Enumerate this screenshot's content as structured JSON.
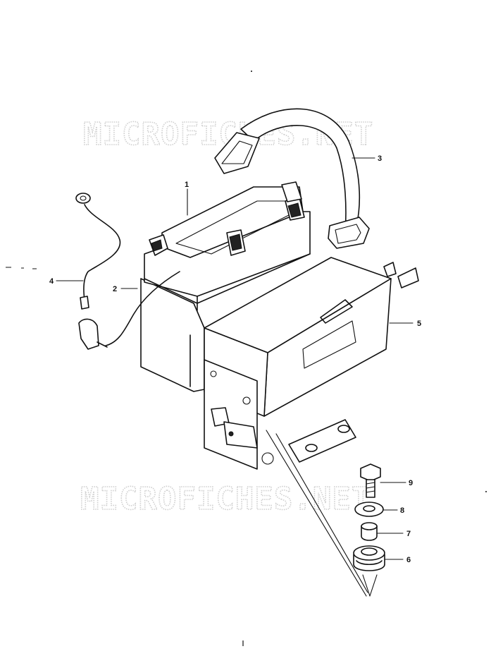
{
  "watermark": {
    "top_text": "MICROFICHES.NET",
    "bottom_text": "MICROFICHES.NET"
  },
  "callouts": [
    {
      "id": "1",
      "text": "1"
    },
    {
      "id": "2",
      "text": "2"
    },
    {
      "id": "3",
      "text": "3"
    },
    {
      "id": "4",
      "text": "4"
    },
    {
      "id": "5",
      "text": "5"
    },
    {
      "id": "6",
      "text": "6"
    },
    {
      "id": "7",
      "text": "7"
    },
    {
      "id": "8",
      "text": "8"
    },
    {
      "id": "9",
      "text": "9"
    }
  ],
  "colors": {
    "line": "#111111",
    "watermark": "#cfcfcf",
    "background": "#ffffff"
  }
}
